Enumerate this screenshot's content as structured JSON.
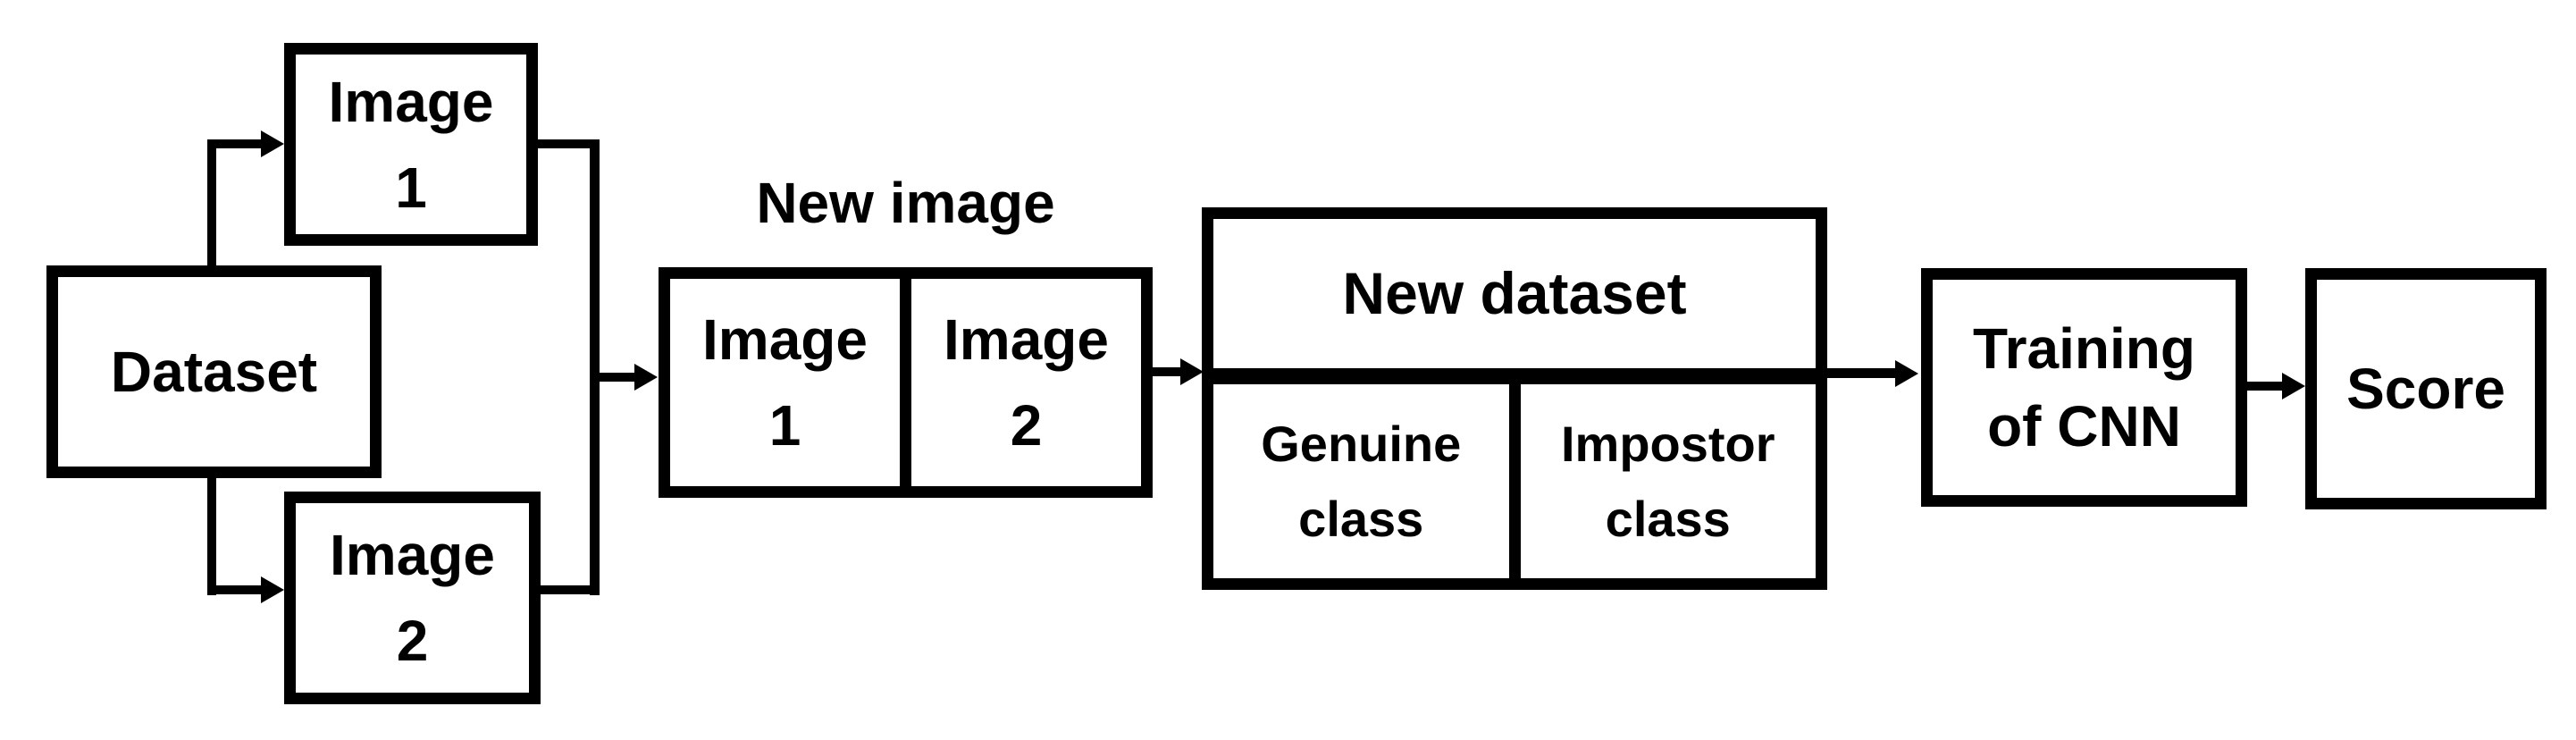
{
  "canvas": {
    "background": "#ffffff",
    "line_color": "#000000"
  },
  "nodes": {
    "dataset": {
      "label": "Dataset"
    },
    "image1": {
      "line1": "Image",
      "line2": "1"
    },
    "image2": {
      "line1": "Image",
      "line2": "2"
    },
    "new_image": {
      "caption": "New image",
      "cell1": {
        "line1": "Image",
        "line2": "1"
      },
      "cell2": {
        "line1": "Image",
        "line2": "2"
      }
    },
    "new_dataset": {
      "title": "New dataset",
      "genuine": {
        "line1": "Genuine",
        "line2": "class"
      },
      "impostor": {
        "line1": "Impostor",
        "line2": "class"
      }
    },
    "training": {
      "line1": "Training",
      "line2": "of CNN"
    },
    "score": {
      "label": "Score"
    }
  }
}
